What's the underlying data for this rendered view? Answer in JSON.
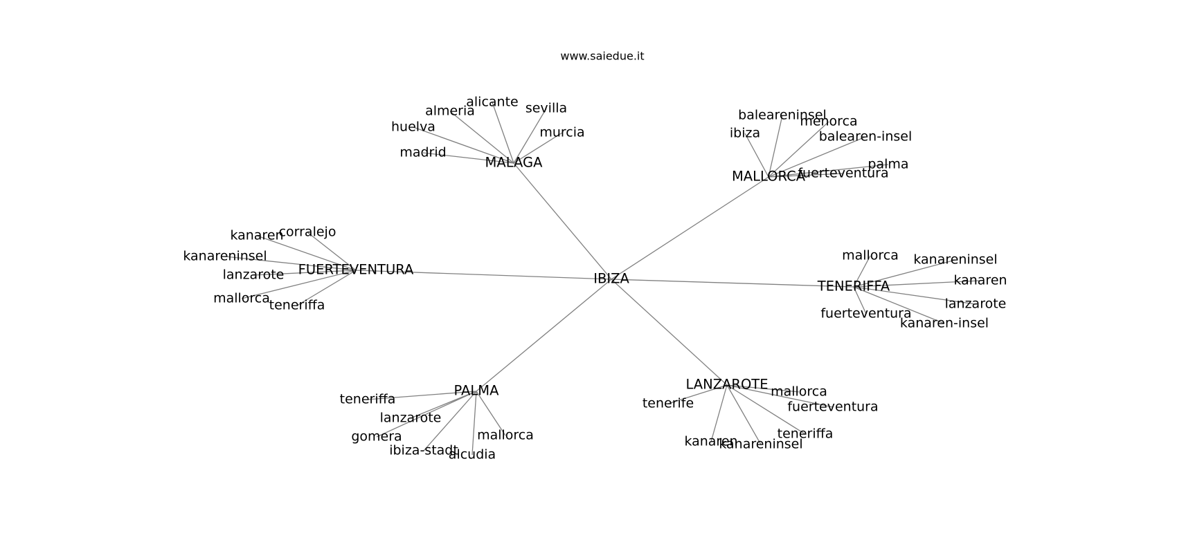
{
  "header": {
    "site": "www.saiedue.it"
  },
  "graph": {
    "root": "IBIZA",
    "hubs": [
      {
        "id": "malaga",
        "label": "MALAGA",
        "leaves": [
          "alicante",
          "almeria",
          "sevilla",
          "huelva",
          "murcia",
          "madrid"
        ]
      },
      {
        "id": "mallorca",
        "label": "MALLORCA",
        "leaves": [
          "baleareninsel",
          "menorca",
          "ibiza",
          "balearen-insel",
          "palma",
          "fuerteventura"
        ]
      },
      {
        "id": "fuerteventura",
        "label": "FUERTEVENTURA",
        "leaves": [
          "corralejo",
          "kanaren",
          "kanareninsel",
          "lanzarote",
          "mallorca",
          "teneriffa"
        ]
      },
      {
        "id": "teneriffa",
        "label": "TENERIFFA",
        "leaves": [
          "mallorca",
          "kanareninsel",
          "kanaren",
          "lanzarote",
          "fuerteventura",
          "kanaren-insel"
        ]
      },
      {
        "id": "palma",
        "label": "PALMA",
        "leaves": [
          "teneriffa",
          "lanzarote",
          "gomera",
          "mallorca",
          "ibiza-stadt",
          "alcudia"
        ]
      },
      {
        "id": "lanzarote",
        "label": "LANZAROTE",
        "leaves": [
          "mallorca",
          "tenerife",
          "fuerteventura",
          "teneriffa",
          "kanaren",
          "kanareninsel"
        ]
      }
    ]
  }
}
